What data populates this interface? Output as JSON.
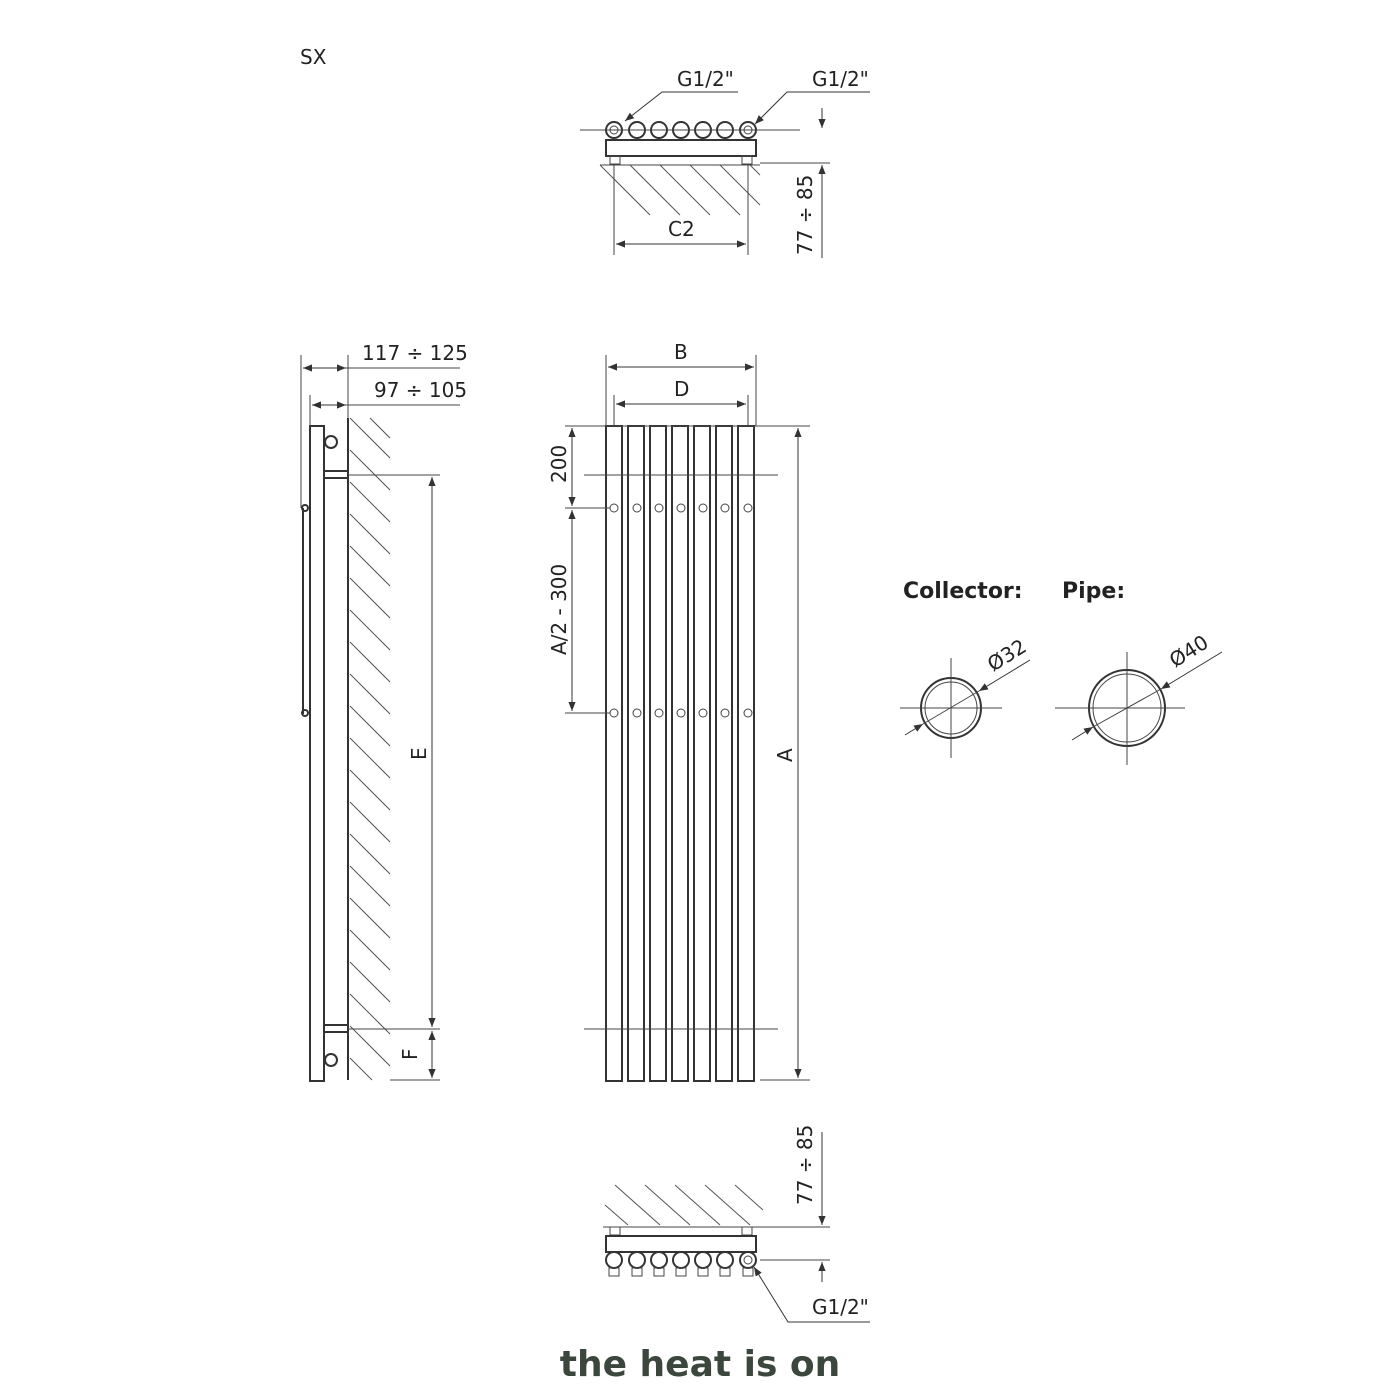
{
  "model_label": "SX",
  "top_view": {
    "conn_left": "G1/2\"",
    "conn_right": "G1/2\"",
    "width_label": "C2",
    "depth_label": "77 ÷ 85"
  },
  "side_view": {
    "depth_outer": "117 ÷ 125",
    "depth_inner": "97 ÷ 105",
    "height_e": "E",
    "height_f": "F"
  },
  "front_view": {
    "width_b": "B",
    "width_d": "D",
    "dim_200": "200",
    "dim_a2": "A/2 - 300",
    "height_a": "A"
  },
  "bottom_view": {
    "depth_label": "77 ÷ 85",
    "conn": "G1/2\""
  },
  "sections": {
    "collector_title": "Collector:",
    "collector_dia": "Ø32",
    "pipe_title": "Pipe:",
    "pipe_dia": "Ø40"
  },
  "brand": "the heat is on"
}
